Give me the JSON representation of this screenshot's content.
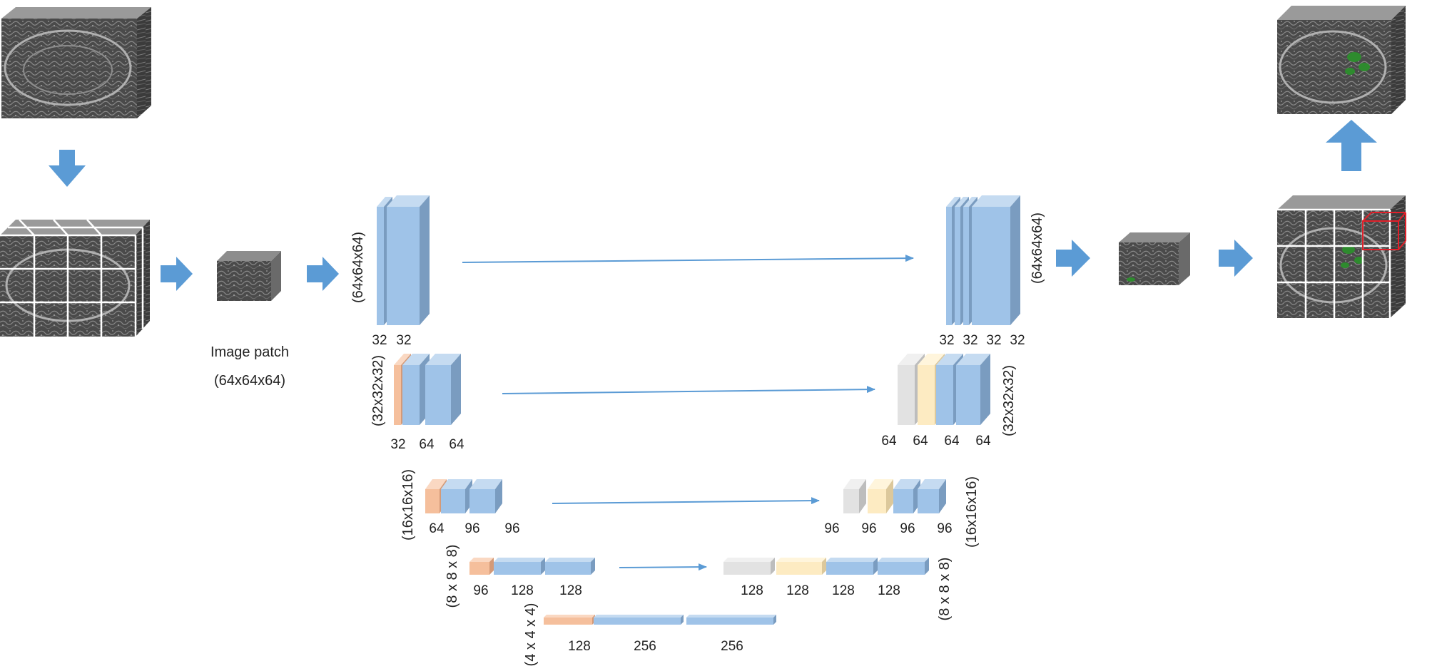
{
  "colors": {
    "blue_front": "#9fc3e8",
    "blue_top": "#c5dbf1",
    "blue_side": "#7a9cc0",
    "peach_front": "#f5bf9c",
    "peach_top": "#fad8c2",
    "peach_side": "#d49a78",
    "gray_front": "#e2e2e2",
    "gray_top": "#f0f0f0",
    "gray_side": "#bdbdbd",
    "yellow_front": "#fdebc2",
    "yellow_top": "#fff5dc",
    "yellow_side": "#dcc89b",
    "arrow_big": "#5b9bd5",
    "arrow_thin": "#5b9bd5",
    "mri_dark": "#3a3a3a",
    "grid_line": "#ffffff",
    "highlight": "#e0202a",
    "segmentation": "#2e8b2e"
  },
  "input": {
    "patch_title": "Image patch",
    "patch_size": "(64x64x64)"
  },
  "encoder": [
    {
      "size_label": "(64x64x64)",
      "channels": [
        "32",
        "32"
      ]
    },
    {
      "size_label": "(32x32x32)",
      "channels": [
        "32",
        "64",
        "64"
      ]
    },
    {
      "size_label": "(16x16x16)",
      "channels": [
        "64",
        "96",
        "96"
      ]
    },
    {
      "size_label": "(8 x 8 x 8)",
      "channels": [
        "96",
        "128",
        "128"
      ]
    },
    {
      "size_label": "(4 x 4 x 4)",
      "channels": [
        "128",
        "256",
        "256"
      ]
    }
  ],
  "decoder": [
    {
      "size_label": "(64x64x64)",
      "channels": [
        "32",
        "32",
        "32",
        "32"
      ]
    },
    {
      "size_label": "(32x32x32)",
      "channels": [
        "64",
        "64",
        "64",
        "64"
      ]
    },
    {
      "size_label": "(16x16x16)",
      "channels": [
        "96",
        "96",
        "96",
        "96"
      ]
    },
    {
      "size_label": "(8 x 8 x 8)",
      "channels": [
        "128",
        "128",
        "128",
        "128"
      ]
    }
  ]
}
